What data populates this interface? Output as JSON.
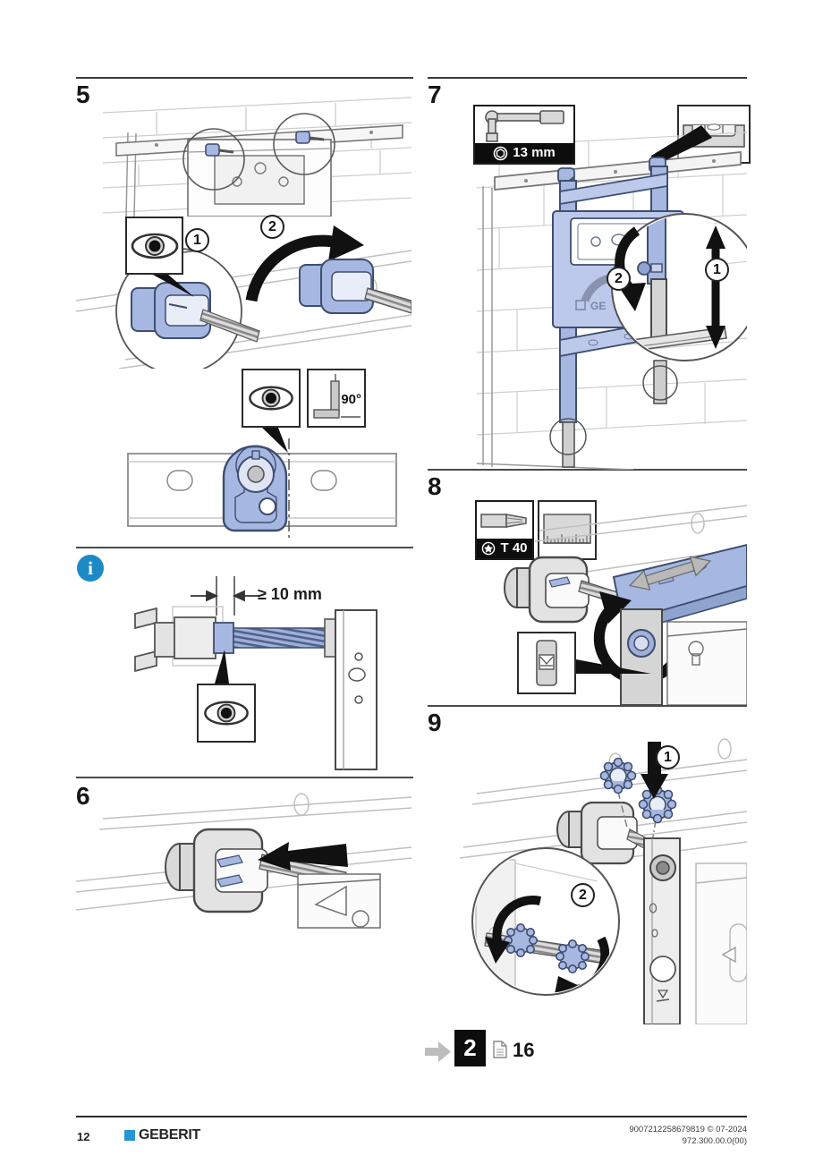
{
  "steps": {
    "s5": {
      "number": "5",
      "c1": "1",
      "c2": "2",
      "angle": "90°"
    },
    "info": {
      "symbol": "i",
      "dim": "≥ 10 mm"
    },
    "s6": {
      "number": "6"
    },
    "s7": {
      "number": "7",
      "tool": "13 mm",
      "c1": "1",
      "c2": "2",
      "brand": "GE"
    },
    "s8": {
      "number": "8",
      "tool": "T 40"
    },
    "s9": {
      "number": "9",
      "c1": "1",
      "c2": "2"
    }
  },
  "nav": {
    "step": "2",
    "page": "16"
  },
  "footer": {
    "page_number": "12",
    "brand": "GEBERIT",
    "code1": "9007212258679819 © 07-2024",
    "code2": "972.300.00.0(00)"
  },
  "colors": {
    "part_blue": "#a6b7e2",
    "cistern_blue": "#bcc9ea",
    "info_blue": "#1d8ac6",
    "brand_blue": "#2596d1",
    "band_black": "#0d0d0d"
  },
  "icons": [
    "eye-icon",
    "angle-90-icon",
    "info-icon",
    "socket-wrench-icon",
    "hex-socket-icon",
    "spirit-level-icon",
    "torx-bit-icon",
    "torx-star-icon",
    "ruler-icon",
    "level-indicator-icon",
    "next-arrow-icon",
    "document-page-icon",
    "rotate-arrow-icon",
    "up-down-arrow-icon",
    "push-arrow-icon",
    "down-arrow-icon"
  ]
}
